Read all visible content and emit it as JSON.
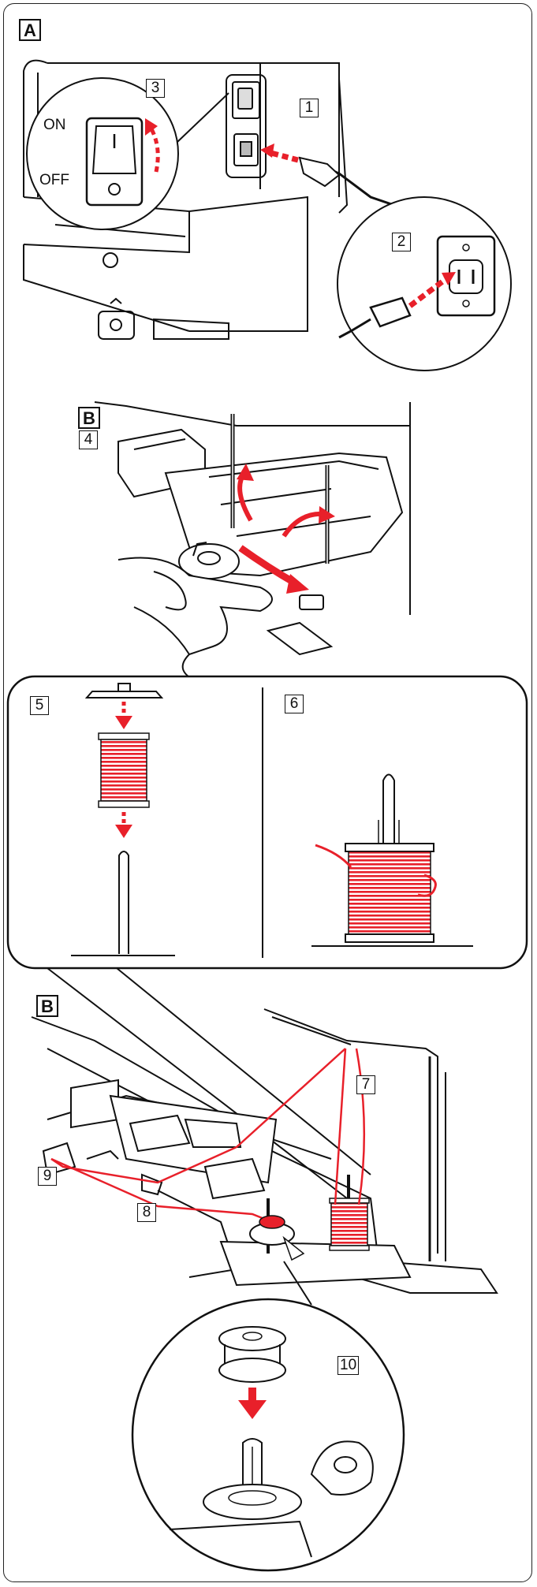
{
  "section_a": {
    "label": "A",
    "steps": {
      "s1": "1",
      "s2": "2",
      "s3": "3"
    },
    "switch_on": "ON",
    "switch_off": "OFF"
  },
  "section_b_top": {
    "label": "B",
    "steps": {
      "s4": "4"
    }
  },
  "spool_panel": {
    "steps": {
      "s5": "5",
      "s6": "6"
    }
  },
  "section_b_bottom": {
    "label": "B",
    "steps": {
      "s7": "7",
      "s8": "8",
      "s9": "9",
      "s10": "10"
    }
  },
  "colors": {
    "thread": "#e8202a",
    "line": "#111111",
    "background": "#ffffff"
  },
  "icons": [
    "power-switch-icon",
    "power-plug-icon",
    "wall-outlet-icon",
    "arrow-icon",
    "spool-icon",
    "bobbin-icon"
  ]
}
